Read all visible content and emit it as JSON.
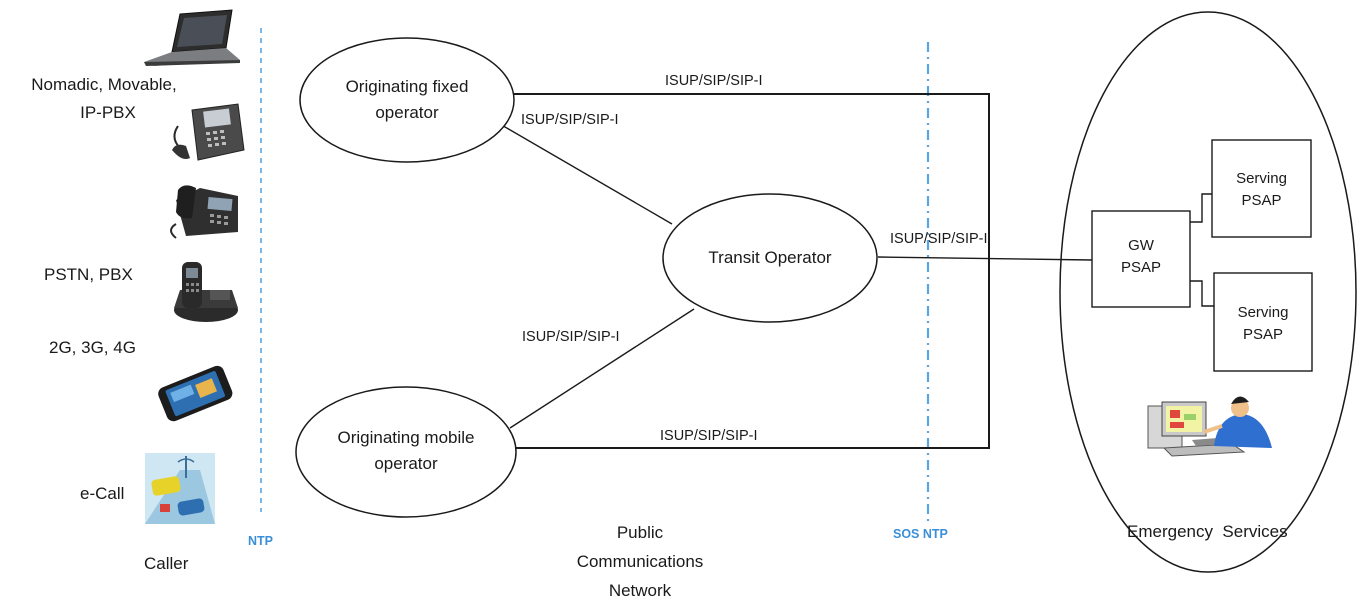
{
  "caller": {
    "terminal_groups": [
      "Nomadic, Movable,",
      "IP-PBX",
      "PSTN,  PBX",
      "2G, 3G, 4G",
      "e-Call"
    ],
    "label": "Caller"
  },
  "boundaries": {
    "ntp": "NTP",
    "sos_ntp": "SOS NTP"
  },
  "network": {
    "fixed_operator": [
      "Originating fixed",
      "operator"
    ],
    "mobile_operator": [
      "Originating mobile",
      "operator"
    ],
    "transit_operator": "Transit Operator",
    "label": [
      "Public",
      "Communications",
      "Network"
    ]
  },
  "links": {
    "fixed_to_psap": "ISUP/SIP/SIP-I",
    "fixed_to_transit": "ISUP/SIP/SIP-I",
    "transit_to_psap": "ISUP/SIP/SIP-I",
    "mobile_to_transit": "ISUP/SIP/SIP-I",
    "mobile_to_psap": "ISUP/SIP/SIP-I"
  },
  "emergency": {
    "gw_psap": [
      "GW",
      "PSAP"
    ],
    "serving_psap_1": [
      "Serving",
      "PSAP"
    ],
    "serving_psap_2": [
      "Serving",
      "PSAP"
    ],
    "label": "Emergency  Services"
  },
  "icons": [
    "laptop-icon",
    "ip-desk-phone-icon",
    "desk-phone-icon",
    "cordless-phone-icon",
    "smartphone-icon",
    "ecall-car-icon",
    "psap-operator-icon"
  ],
  "colors": {
    "line": "#1a1a1a",
    "boundary": "#5aa5e0",
    "boundary_label": "#3a8fd6"
  }
}
